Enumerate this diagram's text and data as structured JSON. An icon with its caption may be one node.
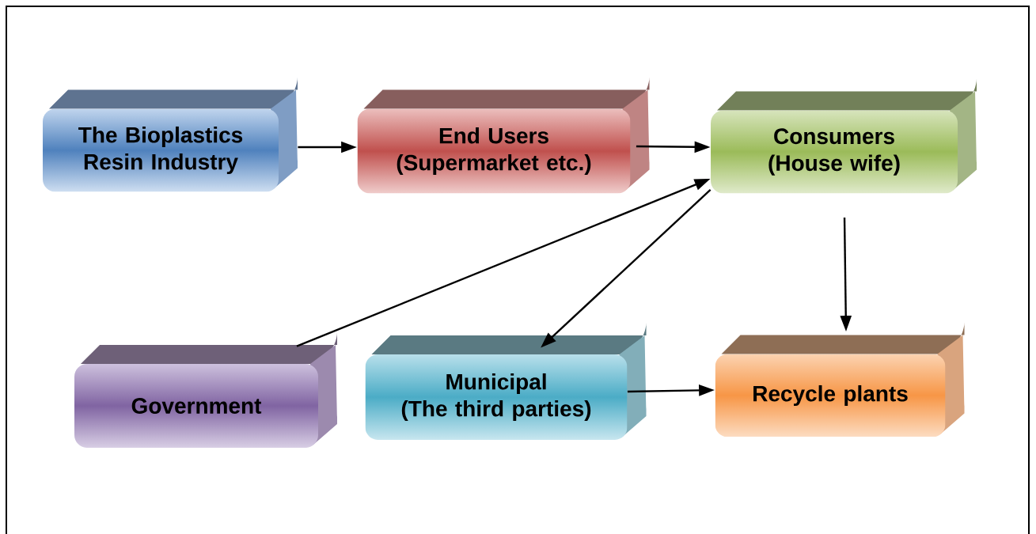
{
  "diagram": {
    "nodes": [
      {
        "text": [
          "The Bioplastics Resin Industry"
        ]
      },
      {
        "text": [
          "End Users",
          "(Supermarket etc.)"
        ]
      },
      {
        "text": [
          "Consumers",
          "(House wife)"
        ]
      },
      {
        "text": [
          "Government"
        ]
      },
      {
        "text": [
          "Municipal",
          "(The third parties)"
        ]
      },
      {
        "text": [
          "Recycle plants"
        ]
      }
    ],
    "edges": [
      {
        "from": 0,
        "to": 1,
        "arrow": "to"
      },
      {
        "from": 1,
        "to": 2,
        "arrow": "to"
      },
      {
        "from": 3,
        "to": 2,
        "arrow": "to"
      },
      {
        "from": 2,
        "to": 4,
        "arrow": "to"
      },
      {
        "from": 2,
        "to": 5,
        "arrow": "to"
      },
      {
        "from": 4,
        "to": 5,
        "arrow": "to"
      }
    ]
  }
}
